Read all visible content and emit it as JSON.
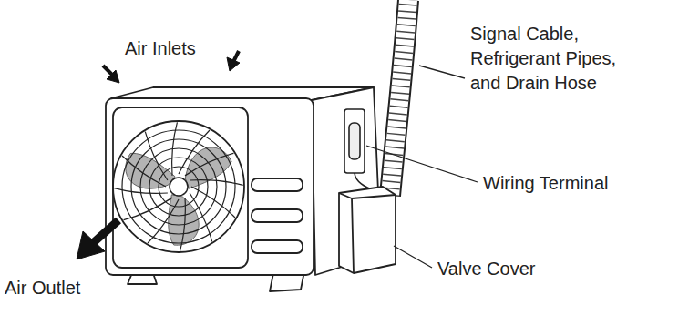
{
  "diagram": {
    "labels": [
      "Air Inlets",
      "Signal Cable, Refrigerant Pipes, and Drain Hose",
      "Wiring Terminal",
      "Valve Cover",
      "Air Outlet"
    ]
  }
}
